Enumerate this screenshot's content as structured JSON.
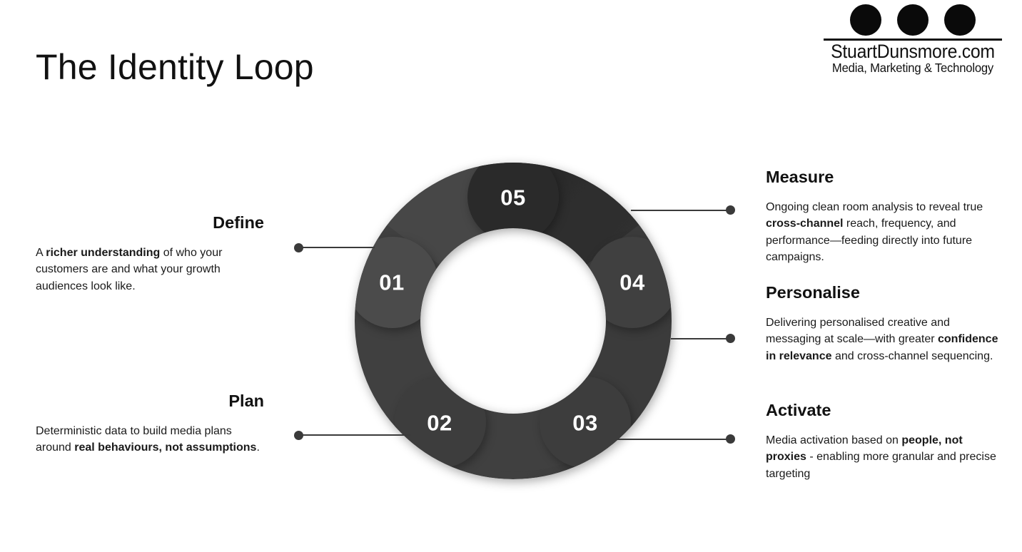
{
  "page_title": "The Identity Loop",
  "logo": {
    "dots": [
      "logo-dot",
      "logo-dot",
      "logo-dot"
    ],
    "name": "StuartDunsmore.com",
    "tagline": "Media, Marketing & Technology"
  },
  "colors": {
    "background": "#ffffff",
    "text": "#111111",
    "connector": "#3a3a3a",
    "segment_05": "#2b2b2b",
    "segment_04": "#3c3c3c",
    "segment_03": "#3c3c3c",
    "segment_02": "#3c3c3c",
    "segment_01": "#4a4a4a",
    "ring_base": "#3f3f3f",
    "number_text": "#ffffff"
  },
  "chart_data": {
    "type": "pie",
    "title": "The Identity Loop",
    "legend": "right-and-left callouts",
    "center_hole": true,
    "categories": [
      "01 Define",
      "02 Plan",
      "03 Activate",
      "04 Personalise",
      "05 Measure"
    ],
    "values": [
      20,
      20,
      20,
      20,
      20
    ],
    "labels": [
      "01",
      "02",
      "03",
      "04",
      "05"
    ],
    "segments": [
      {
        "label": "01",
        "name": "Define",
        "start_deg": 288,
        "end_deg": 360,
        "color": "#4a4a4a"
      },
      {
        "label": "02",
        "name": "Plan",
        "start_deg": 216,
        "end_deg": 288,
        "color": "#3c3c3c"
      },
      {
        "label": "03",
        "name": "Activate",
        "start_deg": 144,
        "end_deg": 216,
        "color": "#3c3c3c"
      },
      {
        "label": "04",
        "name": "Personalise",
        "start_deg": 72,
        "end_deg": 144,
        "color": "#3c3c3c"
      },
      {
        "label": "05",
        "name": "Measure",
        "start_deg": 0,
        "end_deg": 72,
        "color": "#2b2b2b"
      }
    ]
  },
  "steps": {
    "s01": "01",
    "s02": "02",
    "s03": "03",
    "s04": "04",
    "s05": "05"
  },
  "blocks": {
    "define": {
      "heading": "Define",
      "body_pre": "A ",
      "body_bold": "richer understanding",
      "body_post": " of who your customers are and what your growth audiences look like."
    },
    "plan": {
      "heading": "Plan",
      "body_pre": "Deterministic data to build media plans around ",
      "body_bold": "real behaviours, not assumptions",
      "body_post": "."
    },
    "measure": {
      "heading": "Measure",
      "body_pre": "Ongoing clean room analysis to reveal true ",
      "body_bold": "cross-channel",
      "body_post": " reach, frequency, and performance—feeding directly into future campaigns."
    },
    "personalise": {
      "heading": "Personalise",
      "body_pre": "Delivering personalised creative and messaging at scale—with greater ",
      "body_bold": "confidence in relevance",
      "body_post": " and cross-channel sequencing."
    },
    "activate": {
      "heading": "Activate",
      "body_pre": "Media activation based on ",
      "body_bold": "people, not proxies",
      "body_post": " - enabling more granular and precise targeting"
    }
  }
}
